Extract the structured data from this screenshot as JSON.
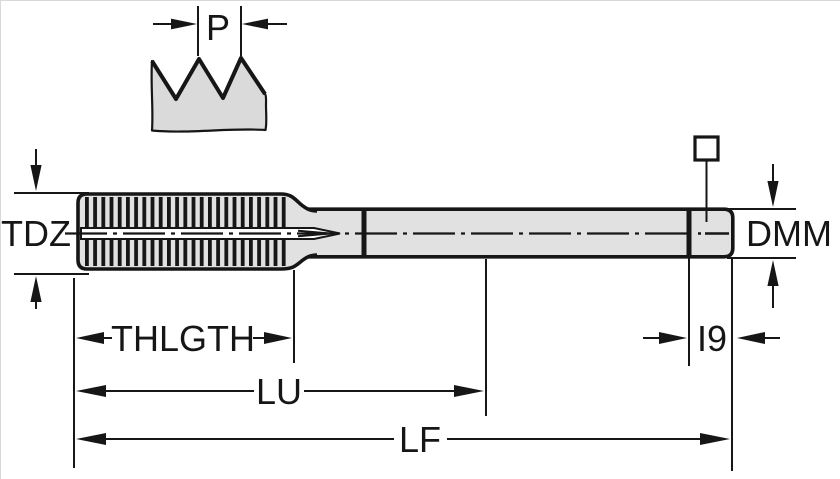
{
  "drawing": {
    "labels": {
      "pitch": "P",
      "thread_nominal_diameter": "TDZ",
      "shank_diameter": "DMM",
      "thread_length": "THLGTH",
      "usable_length": "LU",
      "functional_length": "LF",
      "square_length": "I9"
    },
    "colors": {
      "outline": "#161616",
      "body_fill": "#e1e1e1",
      "profile_fill": "#dadada",
      "background": "#ffffff"
    },
    "icons": {
      "square_drive": "square-drive-symbol"
    }
  }
}
